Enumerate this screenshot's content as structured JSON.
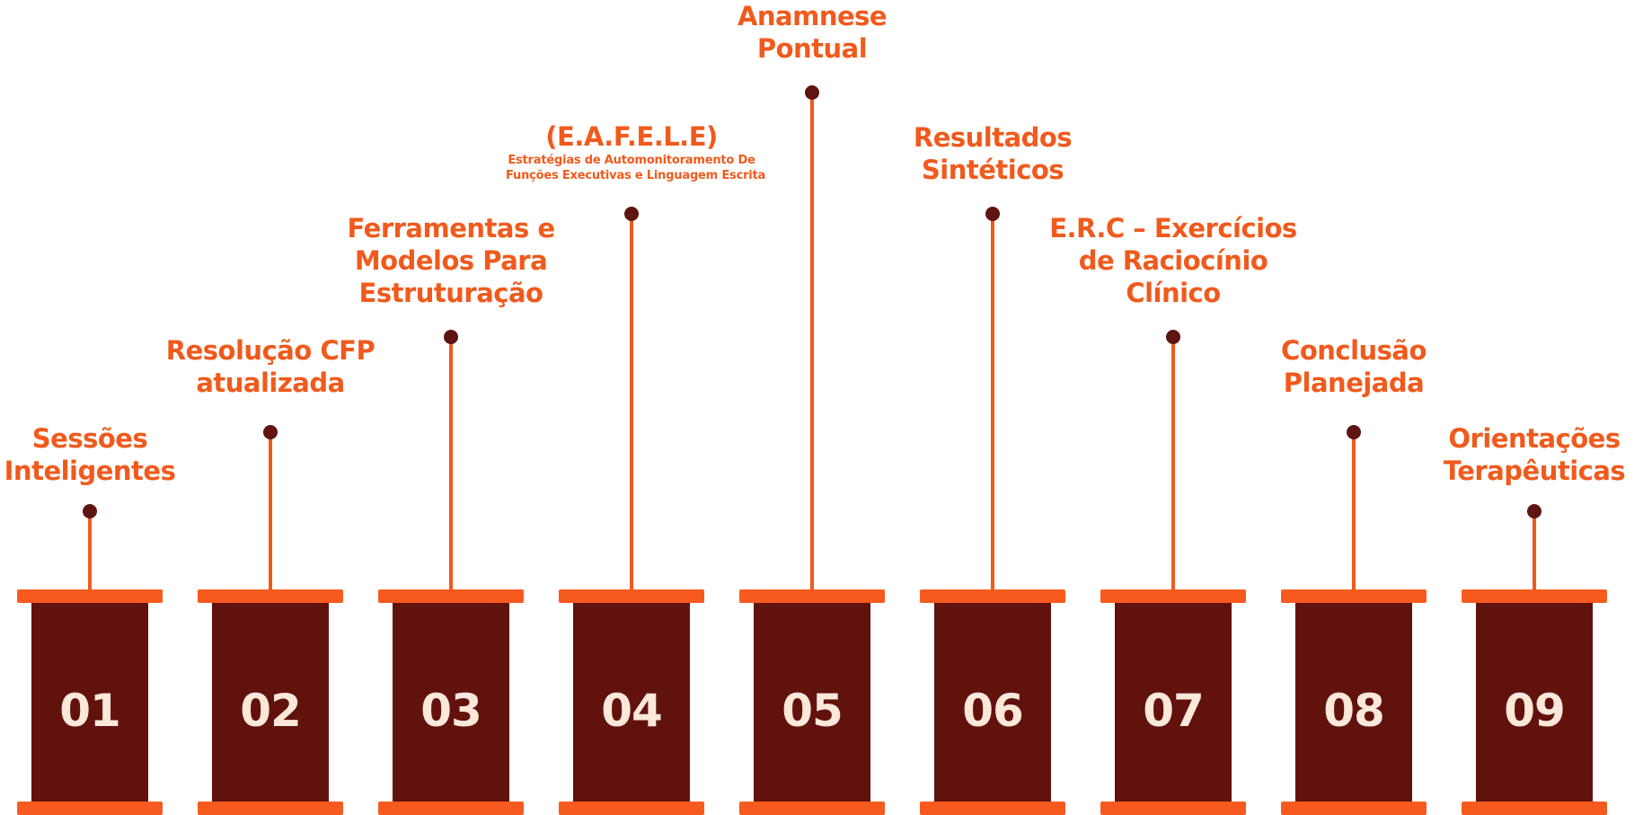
{
  "steps": [
    {
      "number": "01",
      "title": [
        "Sessões",
        "Inteligentes"
      ],
      "subtitle": []
    },
    {
      "number": "02",
      "title": [
        "Resolução CFP",
        "atualizada"
      ],
      "subtitle": []
    },
    {
      "number": "03",
      "title": [
        "Ferramentas e",
        "Modelos Para",
        "Estruturação"
      ],
      "subtitle": []
    },
    {
      "number": "04",
      "title": [
        "(E.A.F.E.L.E)"
      ],
      "subtitle": [
        "Estratégias de Automonitoramento De",
        "Funções Executivas e Linguagem Escrita"
      ]
    },
    {
      "number": "05",
      "title": [
        "Anamnese",
        "Pontual"
      ],
      "subtitle": []
    },
    {
      "number": "06",
      "title": [
        "Resultados",
        "Sintéticos"
      ],
      "subtitle": []
    },
    {
      "number": "07",
      "title": [
        "E.R.C – Exercícios",
        "de Raciocínio",
        "Clínico"
      ],
      "subtitle": []
    },
    {
      "number": "08",
      "title": [
        "Conclusão",
        "Planejada"
      ],
      "subtitle": []
    },
    {
      "number": "09",
      "title": [
        "Orientações",
        "Terapêuticas"
      ],
      "subtitle": []
    }
  ],
  "colors": {
    "accent": "#f05a1c",
    "cap": "#f75a1f",
    "pillar": "#62120d",
    "dot": "#5e1410",
    "number_text": "#fbe8d9"
  }
}
